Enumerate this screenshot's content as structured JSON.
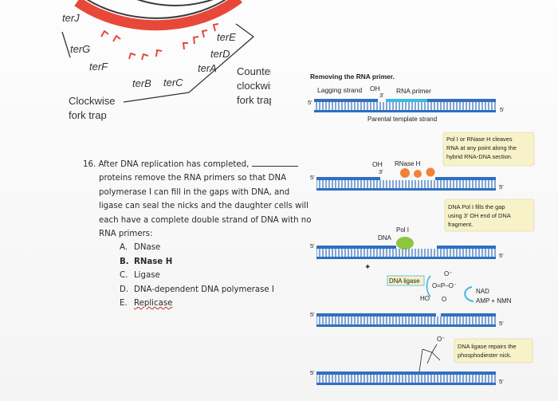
{
  "fork_diagram": {
    "labels": {
      "terJ": "terJ",
      "terG": "terG",
      "terF": "terF",
      "terB": "terB",
      "terC": "terC",
      "terE": "terE",
      "terD": "terD",
      "terA": "terA"
    },
    "counter_clockwise": [
      "Counter-",
      "clockwise",
      "fork trap"
    ],
    "clockwise": [
      "Clockwise",
      "fork trap"
    ]
  },
  "question": {
    "lines": [
      "16. After DNA replication has completed,",
      "proteins remove the RNA primers so that DNA",
      "polymerase I can fill in the gaps with DNA, and",
      "ligase can seal the nicks and the daughter cells will",
      "each have a complete double strand of DNA with no",
      "RNA primers:"
    ],
    "options": [
      {
        "letter": "A.",
        "text": "DNase"
      },
      {
        "letter": "B.",
        "text": "RNase H"
      },
      {
        "letter": "C.",
        "text": "Ligase"
      },
      {
        "letter": "D.",
        "text": "DNA-dependent DNA polymerase I"
      },
      {
        "letter": "E.",
        "text": "Replicase"
      }
    ]
  },
  "primer_figure": {
    "heading": "Removing the RNA primer.",
    "lagging_strand": "Lagging strand",
    "oh": "OH",
    "three_prime": "3'",
    "five_prime": "5'",
    "rna_primer": "RNA primer",
    "parental_strand": "Parental template strand",
    "rnaseh_label": "RNase H",
    "pol1_label": "Pol I",
    "dna_label": "DNA",
    "ligase_label": "DNA ligase",
    "ho_label": "HO",
    "phosphate": {
      "o_minus": "O⁻",
      "o_eq_p": "O=P–O⁻",
      "o": "O"
    },
    "nad": "NAD",
    "amp_nmn": "AMP + NMN",
    "notes": {
      "rnaseh": [
        "Pol I or RNase H cleaves",
        "RNA at any point along the",
        "hybrid RNA-DNA section."
      ],
      "pol1": [
        "DNA Pol I fills the gap",
        "using 3' OH end of DNA",
        "fragment."
      ],
      "ligase": [
        "DNA ligase repairs the",
        "phosphodiester nick."
      ]
    }
  },
  "colors": {
    "chromosome_red": "#e8483a",
    "dna_blue": "#2f6fc0",
    "rna_cyan": "#3bb8e6",
    "rnaseh_orange": "#f0823a",
    "pol1_green": "#8cc63f",
    "note_yellow": "#f7f2c8"
  }
}
